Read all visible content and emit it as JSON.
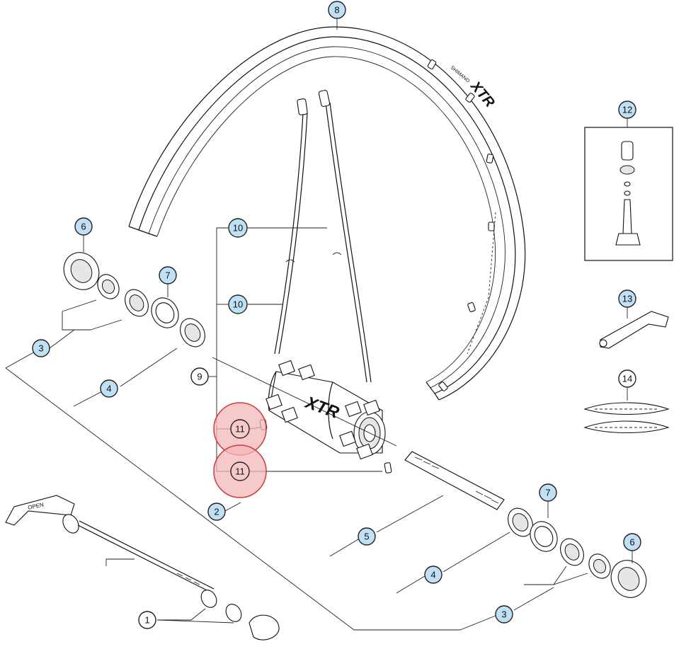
{
  "diagram": {
    "brand_text": "XTR",
    "rim_small_text": "SHIMANO",
    "skewer_text": "OPEN",
    "callouts": [
      {
        "id": "c8",
        "label": "8",
        "style": "blue"
      },
      {
        "id": "c12",
        "label": "12",
        "style": "blue"
      },
      {
        "id": "c6a",
        "label": "6",
        "style": "blue"
      },
      {
        "id": "c7a",
        "label": "7",
        "style": "blue"
      },
      {
        "id": "c10a",
        "label": "10",
        "style": "blue"
      },
      {
        "id": "c10b",
        "label": "10",
        "style": "blue"
      },
      {
        "id": "c3a",
        "label": "3",
        "style": "blue"
      },
      {
        "id": "c9",
        "label": "9",
        "style": "plain"
      },
      {
        "id": "c4a",
        "label": "4",
        "style": "blue"
      },
      {
        "id": "c11a",
        "label": "11",
        "style": "highlight"
      },
      {
        "id": "c11b",
        "label": "11",
        "style": "highlight"
      },
      {
        "id": "c13",
        "label": "13",
        "style": "blue"
      },
      {
        "id": "c14",
        "label": "14",
        "style": "plain"
      },
      {
        "id": "c2",
        "label": "2",
        "style": "blue"
      },
      {
        "id": "c7b",
        "label": "7",
        "style": "blue"
      },
      {
        "id": "c5",
        "label": "5",
        "style": "blue"
      },
      {
        "id": "c6b",
        "label": "6",
        "style": "blue"
      },
      {
        "id": "c4b",
        "label": "4",
        "style": "blue"
      },
      {
        "id": "c3b",
        "label": "3",
        "style": "blue"
      },
      {
        "id": "c1",
        "label": "1",
        "style": "plain"
      }
    ]
  },
  "colors": {
    "callout_blue_fill": "#bfe0f5",
    "callout_plain_fill": "#ffffff",
    "highlight_fill": "#f3b8b8",
    "highlight_stroke": "#cf3b3b",
    "line": "#111111"
  }
}
